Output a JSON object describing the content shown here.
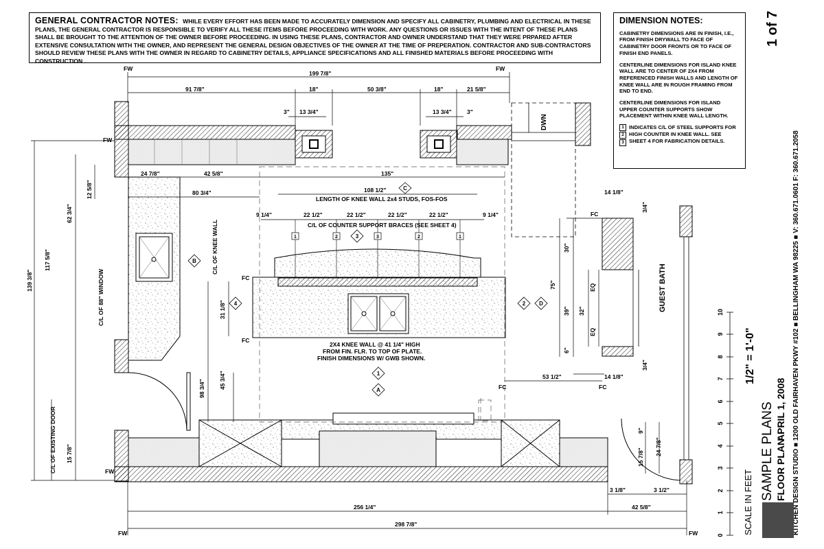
{
  "general_notes": {
    "heading": "GENERAL CONTRACTOR NOTES:",
    "body": "WHILE EVERY EFFORT HAS BEEN MADE TO ACCURATELY DIMENSION AND SPECIFY ALL CABINETRY, PLUMBING AND ELECTRICAL IN THESE PLANS, THE GENERAL CONTRACTOR IS RESPONSIBLE TO VERIFY ALL THESE ITEMS BEFORE PROCEEDING WITH WORK. ANY QUESTIONS OR ISSUES WITH THE INTENT OF THESE PLANS SHALL BE BROUGHT TO THE ATTENTION OF THE OWNER BEFORE PROCEEDING. IN USING THESE PLANS, CONTRACTOR AND OWNER UNDERSTAND THAT THEY WERE PRPARED AFTER EXTENSIVE CONSULTATION WITH THE OWNER, AND REPRESENT THE GENERAL DESIGN OBJECTIVES OF THE OWNER AT THE TIME OF PREPERATION. CONTRACTOR AND SUB-CONTRACTORS SHOULD REVIEW THESE PLANS WITH THE OWNER IN REGARD TO CABINETRY DETAILS, APPLIANCE SPECIFICATIONS AND ALL FINISHED MATERIALS BEFORE PROCEEDING WITH CONSTRUCTION ."
  },
  "dimension_notes": {
    "heading": "DIMENSION NOTES:",
    "p1": "CABINETRY DIMENSIONS ARE IN FINISH, I.E., FROM FINISH DRYWALL TO FACE OF CABINETRY DOOR FRONTS OR TO FACE OF FINISH END PANELS.",
    "p2": "CENTERLINE DIMENSIONS FOR ISLAND KNEE WALL ARE TO CENTER OF 2x4 FROM REFERENCED FINISH WALLS AND LENGTH OF KNEE WALL ARE IN ROUGH FRAMING FROM END TO END.",
    "p3": "CENTERLINE DIMENSIONS FOR ISLAND UPPER COUNTER SUPPORTS SHOW PLACEMENT WITHIN KNEE WALL LENGTH.",
    "legend_numbers": [
      "1",
      "2",
      "3"
    ],
    "legend_text": "INDICATES C/L OF STEEL SUPPORTS FOR HIGH COUNTER IN KNEE WALL. SEE SHEET 4 FOR FABRICATION DETAILS."
  },
  "title_block": {
    "page": "1 of 7",
    "title": "SAMPLE PLANS",
    "subtitle": "FLOOR PLAN",
    "date": "APRIL 1, 2008",
    "studio": "KITCHEN DESIGN STUDIO ■ 1200 OLD FAIRHAVEN PKWY #102 ■ BELLINGHAM WA 98225 ■ V: 360.671.0601   F: 360.671.2058",
    "scale": "1/2\" = 1'-0\"",
    "scale_label": "SCALE IN FEET",
    "scale_ticks": [
      "10",
      "9",
      "8",
      "7",
      "6",
      "5",
      "4",
      "3",
      "2",
      "1",
      "0"
    ]
  },
  "room_labels": {
    "guest_bath": "GUEST BATH",
    "down": "DWN",
    "cl_window": "C/L OF 88\" WINDOW",
    "cl_door": "C/L OF EXISTING DOOR",
    "cl_knee": "C/L OF KNEE WALL",
    "knee_length": "LENGTH OF KNEE WALL 2x4 STUDS, FOS-FOS",
    "braces": "C/L OF COUNTER SUPPORT BRACES (SEE SHEET 4)",
    "knee_note_1": "2X4 KNEE WALL @ 41 1/4\" HIGH",
    "knee_note_2": "FROM FIN. FLR. TO TOP OF PLATE.",
    "knee_note_3": "FINISH DIMENSIONS W/ GWB SHOWN."
  },
  "ref_marks": {
    "fw": "FW",
    "fc": "FC",
    "eq": "EQ",
    "letters": [
      "A",
      "B",
      "C",
      "D"
    ],
    "numbers": [
      "1",
      "2",
      "3",
      "4"
    ]
  },
  "dimensions": {
    "d_199": "199 7/8\"",
    "d_91": "91 7/8\"",
    "d_18": "18\"",
    "d_50": "50 3/8\"",
    "d_21": "21 5/8\"",
    "d_3": "3\"",
    "d_13": "13 3/4\"",
    "d_42": "42 5/8\"",
    "d_135": "135\"",
    "d_24": "24 7/8\"",
    "d_80": "80 3/4\"",
    "d_108": "108 1/2\"",
    "d_9": "9 1/4\"",
    "d_22": "22 1/2\"",
    "d_14": "14 1/8\"",
    "d_34": "3/4\"",
    "d_30": "30\"",
    "d_75": "75\"",
    "d_39": "39\"",
    "d_32": "32\"",
    "d_6": "6\"",
    "d_53": "53 1/2\"",
    "d_12": "12 5/8\"",
    "d_62": "62 3/4\"",
    "d_117": "117 5/8\"",
    "d_139": "139 3/8\"",
    "d_31": "31 1/8\"",
    "d_98": "98 3/4\"",
    "d_45": "45 3/4\"",
    "d_15": "15 7/8\"",
    "d_9b": "9\"",
    "d_24b": "24 7/8\"",
    "d_31b": "3 1/8\"",
    "d_35": "3 1/2\"",
    "d_256": "256 1/4\"",
    "d_298": "298 7/8\""
  }
}
